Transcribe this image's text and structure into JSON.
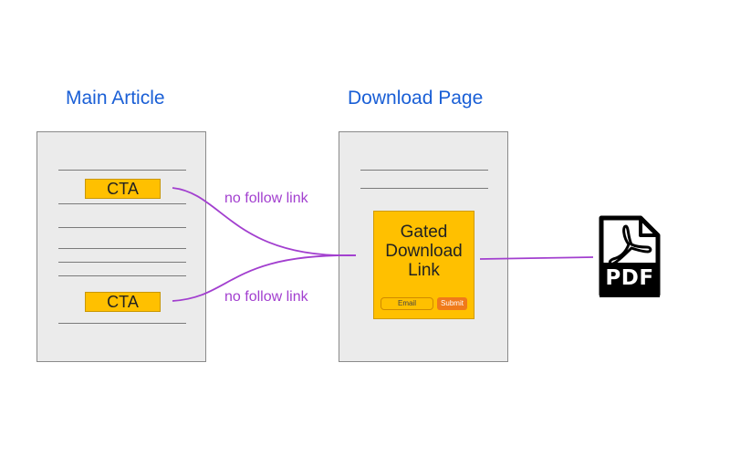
{
  "titles": {
    "main_article": "Main Article",
    "download_page": "Download Page"
  },
  "main_article": {
    "cta_top": "CTA",
    "cta_bottom": "CTA"
  },
  "download_page": {
    "gated_link_text": "Gated\nDownload\nLink",
    "email_placeholder": "Email",
    "submit_label": "Submit"
  },
  "connections": {
    "label_top": "no follow link",
    "label_bottom": "no follow link"
  },
  "file": {
    "label": "PDF"
  },
  "colors": {
    "title": "#1a5fd6",
    "connector": "#a23fcf",
    "cta_fill": "#ffc000",
    "submit_fill": "#f07a1a",
    "page_fill": "#ebebeb"
  }
}
